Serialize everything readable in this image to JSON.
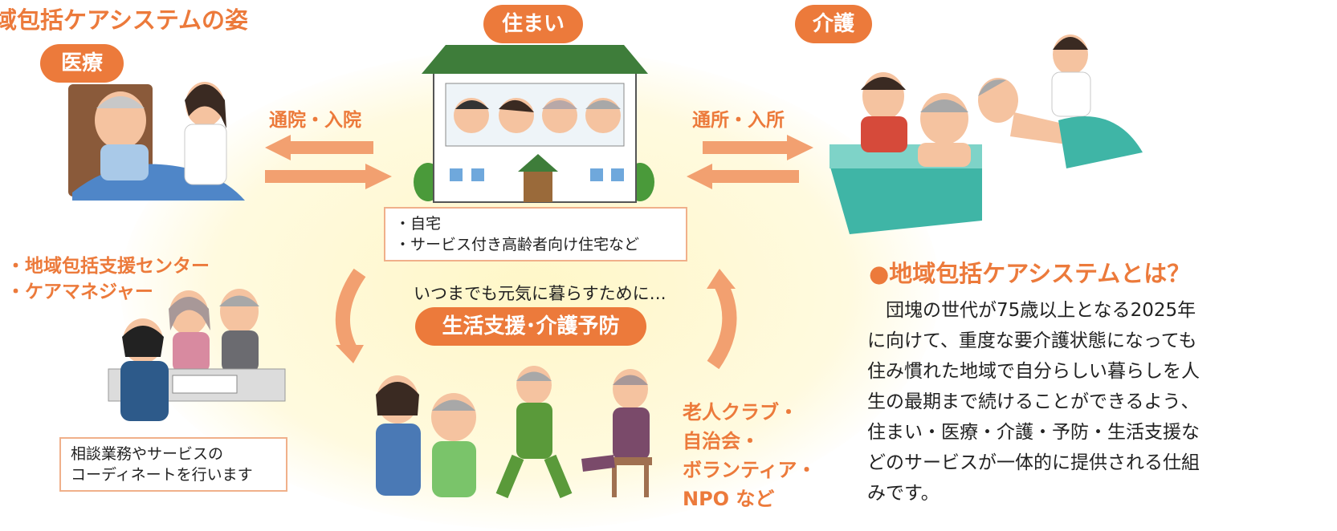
{
  "title": "域包括ケアシステムの姿",
  "labels": {
    "housing": "住まい",
    "medical": "医療",
    "care": "介護",
    "support": "生活支援･介護予防"
  },
  "arrows": {
    "left": "通院・入院",
    "right": "通所・入所"
  },
  "housing_notes": [
    "・自宅",
    "・サービス付き高齢者向け住宅など"
  ],
  "slogan": "いつまでも元気に暮らすために…",
  "center_info": [
    "・地域包括支援センター",
    "・ケアマネジャー"
  ],
  "consult_notes": [
    "相談業務やサービスの",
    "コーディネートを行います"
  ],
  "orgs": [
    "老人クラブ・",
    "自治会・",
    "ボランティア・",
    "NPO など"
  ],
  "explain": {
    "heading": "●地域包括ケアシステムとは？",
    "lines": [
      "　団塊の世代が75歳以上となる2025年",
      "に向けて、重度な要介護状態になっても",
      "住み慣れた地域で自分らしい暮らしを人",
      "生の最期まで続けることができるよう、",
      "住まい・医療・介護・予防・生活支援な",
      "どのサービスが一体的に提供される仕組",
      "みです。"
    ]
  },
  "colors": {
    "accent": "#ec7a3b",
    "arrow": "#f2a070",
    "roof": "#3e7d3a",
    "bath": "#3fb5a6"
  }
}
